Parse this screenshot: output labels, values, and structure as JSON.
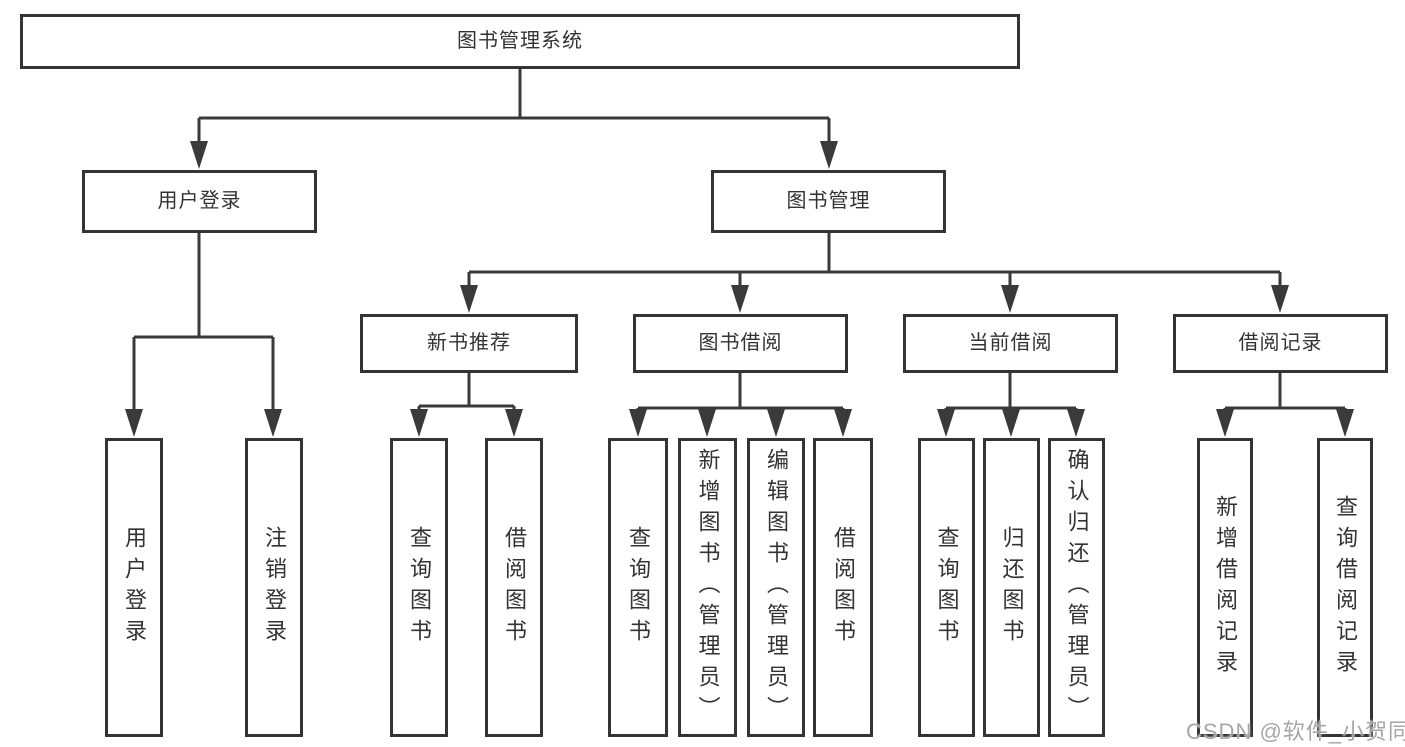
{
  "diagram": {
    "root_label": "图书管理系统",
    "level2": {
      "user_login": "用户登录",
      "book_mgmt": "图书管理"
    },
    "level3": {
      "new_books": "新书推荐",
      "borrowing": "图书借阅",
      "current": "当前借阅",
      "records": "借阅记录"
    },
    "leaves": {
      "user_login": [
        "用户登录",
        "注销登录"
      ],
      "new_books": [
        "查询图书",
        "借阅图书"
      ],
      "borrowing": [
        "查询图书",
        "新增图书（管理员）",
        "编辑图书（管理员）",
        "借阅图书"
      ],
      "current": [
        "查询图书",
        "归还图书",
        "确认归还（管理员）"
      ],
      "records": [
        "新增借阅记录",
        "查询借阅记录"
      ]
    },
    "watermark": "CSDN @软件_小贺同学",
    "colors": {
      "line": "#3a3a3a",
      "arrow": "#3a3a3a",
      "box_border": "#343434",
      "text": "#333333",
      "background": "#ffffff",
      "watermark": "#a6a6a6"
    }
  }
}
